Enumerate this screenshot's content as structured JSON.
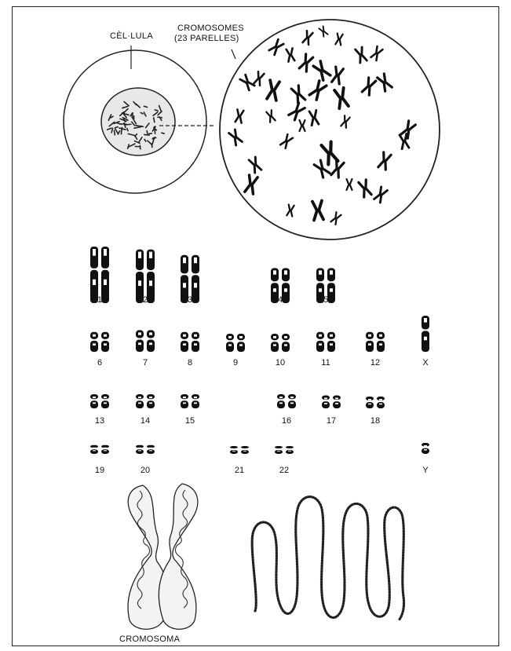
{
  "labels": {
    "cell": "CÈL·LULA",
    "chromosomes_line1": "CROMOSOMES",
    "chromosomes_line2": "(23 PARELLES)",
    "chromosome": "CROMOSOMA"
  },
  "karyotype": [
    {
      "id": "1"
    },
    {
      "id": "2"
    },
    {
      "id": "3"
    },
    {
      "id": "4"
    },
    {
      "id": "5"
    },
    {
      "id": "6"
    },
    {
      "id": "7"
    },
    {
      "id": "8"
    },
    {
      "id": "9"
    },
    {
      "id": "10"
    },
    {
      "id": "11"
    },
    {
      "id": "12"
    },
    {
      "id": "X"
    },
    {
      "id": "13"
    },
    {
      "id": "14"
    },
    {
      "id": "15"
    },
    {
      "id": "16"
    },
    {
      "id": "17"
    },
    {
      "id": "18"
    },
    {
      "id": "19"
    },
    {
      "id": "20"
    },
    {
      "id": "21"
    },
    {
      "id": "22"
    },
    {
      "id": "Y"
    }
  ]
}
